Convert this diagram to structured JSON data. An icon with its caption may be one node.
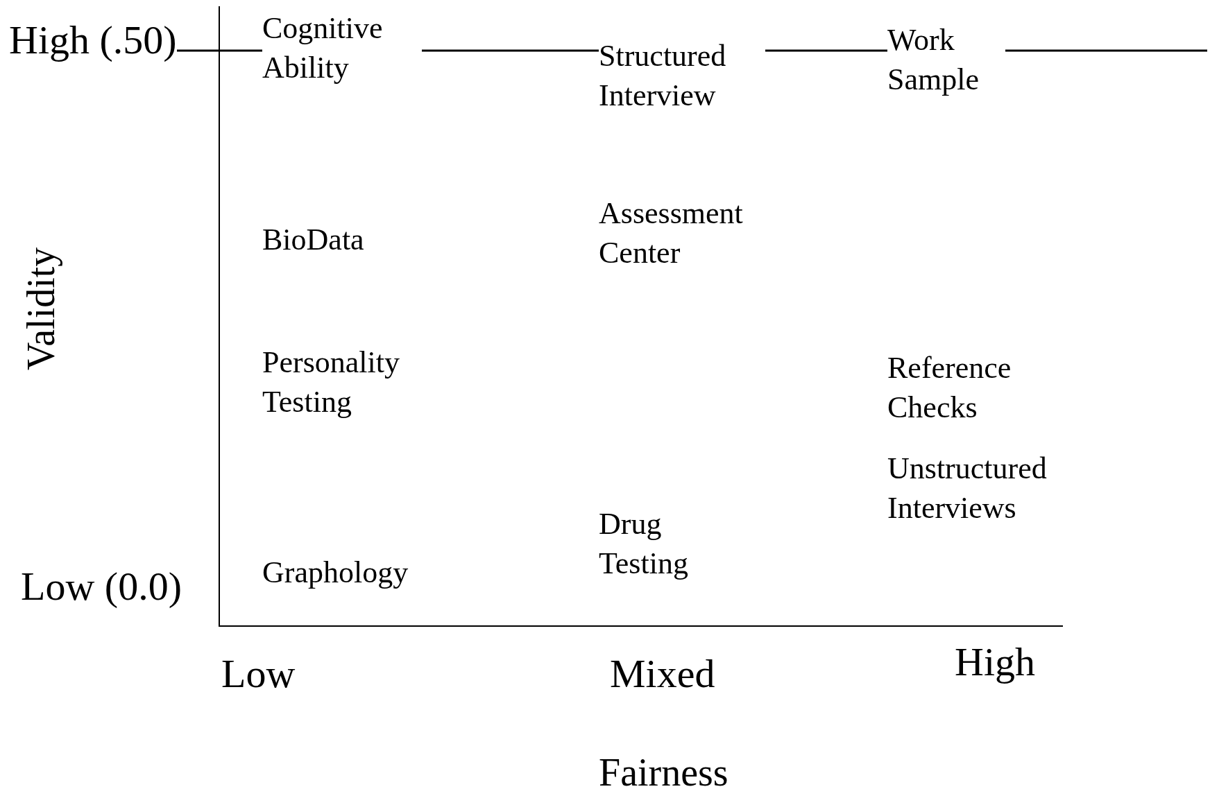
{
  "diagram": {
    "labels": [
      "High (.50)",
      "Cognitive Ability",
      "Structured Interview",
      "Work Sample",
      "Validity",
      "BioData",
      "Assessment Center",
      "Personality Testing",
      "Reference Checks",
      "Unstructured Interviews",
      "Drug Testing",
      "Low (0.0)",
      "Graphology",
      "Low",
      "Mixed",
      "High",
      "Fairness"
    ]
  }
}
